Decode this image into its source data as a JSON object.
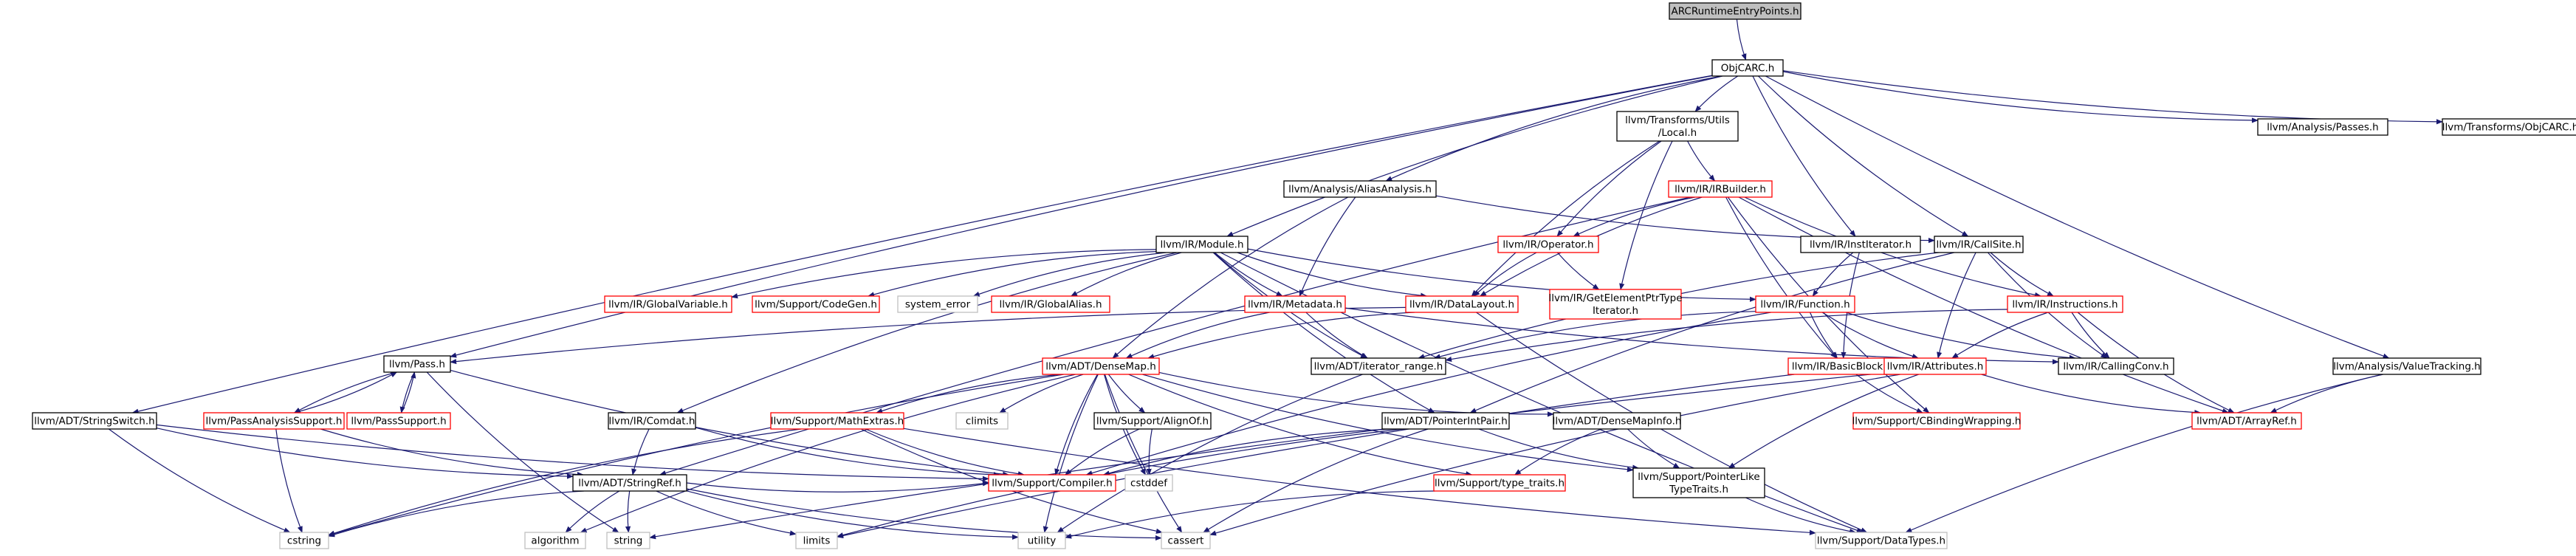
{
  "colors": {
    "edge": "#191970",
    "border_normal": "#000000",
    "border_missing": "#ff0000",
    "border_system": "#bfbfbf",
    "root_fill": "#bfbfbf",
    "text": "#000000"
  },
  "graph": {
    "nodes": [
      {
        "id": "arc",
        "lines": [
          "ARCRuntimeEntryPoints.h"
        ],
        "kind": "root"
      },
      {
        "id": "objc",
        "lines": [
          "ObjCARC.h"
        ],
        "kind": "normal"
      },
      {
        "id": "tlocal",
        "lines": [
          "llvm/Transforms/Utils",
          "/Local.h"
        ],
        "kind": "normal"
      },
      {
        "id": "apasses",
        "lines": [
          "llvm/Analysis/Passes.h"
        ],
        "kind": "normal"
      },
      {
        "id": "tobjc",
        "lines": [
          "llvm/Transforms/ObjCARC.h"
        ],
        "kind": "normal"
      },
      {
        "id": "alias",
        "lines": [
          "llvm/Analysis/AliasAnalysis.h"
        ],
        "kind": "normal"
      },
      {
        "id": "irb",
        "lines": [
          "llvm/IR/IRBuilder.h"
        ],
        "kind": "missing"
      },
      {
        "id": "module",
        "lines": [
          "llvm/IR/Module.h"
        ],
        "kind": "normal"
      },
      {
        "id": "operator",
        "lines": [
          "llvm/IR/Operator.h"
        ],
        "kind": "missing"
      },
      {
        "id": "institer",
        "lines": [
          "llvm/IR/InstIterator.h"
        ],
        "kind": "normal"
      },
      {
        "id": "callsite",
        "lines": [
          "llvm/IR/CallSite.h"
        ],
        "kind": "normal"
      },
      {
        "id": "gvar",
        "lines": [
          "llvm/IR/GlobalVariable.h"
        ],
        "kind": "missing"
      },
      {
        "id": "codegen",
        "lines": [
          "llvm/Support/CodeGen.h"
        ],
        "kind": "missing"
      },
      {
        "id": "syserr",
        "lines": [
          "system_error"
        ],
        "kind": "system"
      },
      {
        "id": "galias",
        "lines": [
          "llvm/IR/GlobalAlias.h"
        ],
        "kind": "missing"
      },
      {
        "id": "metadata",
        "lines": [
          "llvm/IR/Metadata.h"
        ],
        "kind": "missing"
      },
      {
        "id": "dlayout",
        "lines": [
          "llvm/IR/DataLayout.h"
        ],
        "kind": "missing"
      },
      {
        "id": "gept",
        "lines": [
          "llvm/IR/GetElementPtrType",
          "Iterator.h"
        ],
        "kind": "missing"
      },
      {
        "id": "function",
        "lines": [
          "llvm/IR/Function.h"
        ],
        "kind": "missing"
      },
      {
        "id": "instrs",
        "lines": [
          "llvm/IR/Instructions.h"
        ],
        "kind": "missing"
      },
      {
        "id": "vtrack",
        "lines": [
          "llvm/Analysis/ValueTracking.h"
        ],
        "kind": "normal"
      },
      {
        "id": "pass",
        "lines": [
          "llvm/Pass.h"
        ],
        "kind": "normal"
      },
      {
        "id": "densemap",
        "lines": [
          "llvm/ADT/DenseMap.h"
        ],
        "kind": "missing"
      },
      {
        "id": "iterrange",
        "lines": [
          "llvm/ADT/iterator_range.h"
        ],
        "kind": "normal"
      },
      {
        "id": "bblock",
        "lines": [
          "llvm/IR/BasicBlock.h"
        ],
        "kind": "missing"
      },
      {
        "id": "attrs",
        "lines": [
          "llvm/IR/Attributes.h"
        ],
        "kind": "missing"
      },
      {
        "id": "callconv",
        "lines": [
          "llvm/IR/CallingConv.h"
        ],
        "kind": "normal"
      },
      {
        "id": "strswitch",
        "lines": [
          "llvm/ADT/StringSwitch.h"
        ],
        "kind": "normal"
      },
      {
        "id": "passanal",
        "lines": [
          "llvm/PassAnalysisSupport.h"
        ],
        "kind": "missing"
      },
      {
        "id": "passsup",
        "lines": [
          "llvm/PassSupport.h"
        ],
        "kind": "missing"
      },
      {
        "id": "comdat",
        "lines": [
          "llvm/IR/Comdat.h"
        ],
        "kind": "normal"
      },
      {
        "id": "mathext",
        "lines": [
          "llvm/Support/MathExtras.h"
        ],
        "kind": "missing"
      },
      {
        "id": "climits",
        "lines": [
          "climits"
        ],
        "kind": "system"
      },
      {
        "id": "alignof",
        "lines": [
          "llvm/Support/AlignOf.h"
        ],
        "kind": "normal"
      },
      {
        "id": "ptrint",
        "lines": [
          "llvm/ADT/PointerIntPair.h"
        ],
        "kind": "normal"
      },
      {
        "id": "dmapinfo",
        "lines": [
          "llvm/ADT/DenseMapInfo.h"
        ],
        "kind": "normal"
      },
      {
        "id": "cbind",
        "lines": [
          "llvm/Support/CBindingWrapping.h"
        ],
        "kind": "missing"
      },
      {
        "id": "arrayref",
        "lines": [
          "llvm/ADT/ArrayRef.h"
        ],
        "kind": "missing"
      },
      {
        "id": "compiler",
        "lines": [
          "llvm/Support/Compiler.h"
        ],
        "kind": "missing"
      },
      {
        "id": "cstddef",
        "lines": [
          "cstddef"
        ],
        "kind": "system"
      },
      {
        "id": "typetraits",
        "lines": [
          "llvm/Support/type_traits.h"
        ],
        "kind": "missing"
      },
      {
        "id": "ptrlike",
        "lines": [
          "llvm/Support/PointerLike",
          "TypeTraits.h"
        ],
        "kind": "normal"
      },
      {
        "id": "stringref",
        "lines": [
          "llvm/ADT/StringRef.h"
        ],
        "kind": "normal"
      },
      {
        "id": "cstring",
        "lines": [
          "cstring"
        ],
        "kind": "system"
      },
      {
        "id": "algorithm",
        "lines": [
          "algorithm"
        ],
        "kind": "system"
      },
      {
        "id": "string",
        "lines": [
          "string"
        ],
        "kind": "system"
      },
      {
        "id": "limits",
        "lines": [
          "limits"
        ],
        "kind": "system"
      },
      {
        "id": "utility",
        "lines": [
          "utility"
        ],
        "kind": "system"
      },
      {
        "id": "cassert",
        "lines": [
          "cassert"
        ],
        "kind": "system"
      },
      {
        "id": "datatypes",
        "lines": [
          "llvm/Support/DataTypes.h"
        ],
        "kind": "system"
      }
    ],
    "edges": [
      [
        "arc",
        "objc"
      ],
      [
        "objc",
        "tlocal"
      ],
      [
        "objc",
        "apasses"
      ],
      [
        "objc",
        "tobjc"
      ],
      [
        "objc",
        "alias"
      ],
      [
        "objc",
        "module"
      ],
      [
        "objc",
        "pass"
      ],
      [
        "objc",
        "strswitch"
      ],
      [
        "objc",
        "institer"
      ],
      [
        "objc",
        "callsite"
      ],
      [
        "objc",
        "vtrack"
      ],
      [
        "tlocal",
        "irb"
      ],
      [
        "tlocal",
        "operator"
      ],
      [
        "tlocal",
        "dlayout"
      ],
      [
        "tlocal",
        "gept"
      ],
      [
        "alias",
        "metadata"
      ],
      [
        "alias",
        "callsite"
      ],
      [
        "alias",
        "densemap"
      ],
      [
        "irb",
        "operator"
      ],
      [
        "irb",
        "dlayout"
      ],
      [
        "irb",
        "instrs"
      ],
      [
        "irb",
        "bblock"
      ],
      [
        "irb",
        "cbind"
      ],
      [
        "irb",
        "arrayref"
      ],
      [
        "irb",
        "stringref"
      ],
      [
        "module",
        "gvar"
      ],
      [
        "module",
        "codegen"
      ],
      [
        "module",
        "syserr"
      ],
      [
        "module",
        "galias"
      ],
      [
        "module",
        "metadata"
      ],
      [
        "module",
        "dlayout"
      ],
      [
        "module",
        "function"
      ],
      [
        "module",
        "iterrange"
      ],
      [
        "module",
        "comdat"
      ],
      [
        "module",
        "datatypes"
      ],
      [
        "module",
        "ptrint"
      ],
      [
        "operator",
        "dlayout"
      ],
      [
        "operator",
        "gept"
      ],
      [
        "institer",
        "function"
      ],
      [
        "institer",
        "bblock"
      ],
      [
        "callsite",
        "instrs"
      ],
      [
        "callsite",
        "callconv"
      ],
      [
        "callsite",
        "attrs"
      ],
      [
        "callsite",
        "iterrange"
      ],
      [
        "callsite",
        "ptrint"
      ],
      [
        "metadata",
        "iterrange"
      ],
      [
        "metadata",
        "densemap"
      ],
      [
        "metadata",
        "callconv"
      ],
      [
        "dlayout",
        "pass"
      ],
      [
        "dlayout",
        "densemap"
      ],
      [
        "dlayout",
        "datatypes"
      ],
      [
        "function",
        "bblock"
      ],
      [
        "function",
        "attrs"
      ],
      [
        "function",
        "callconv"
      ],
      [
        "function",
        "iterrange"
      ],
      [
        "function",
        "compiler"
      ],
      [
        "instrs",
        "attrs"
      ],
      [
        "instrs",
        "callconv"
      ],
      [
        "instrs",
        "arrayref"
      ],
      [
        "instrs",
        "iterrange"
      ],
      [
        "vtrack",
        "arrayref"
      ],
      [
        "vtrack",
        "datatypes"
      ],
      [
        "pass",
        "passanal"
      ],
      [
        "pass",
        "passsup"
      ],
      [
        "pass",
        "string"
      ],
      [
        "pass",
        "compiler"
      ],
      [
        "passanal",
        "pass"
      ],
      [
        "passanal",
        "stringref"
      ],
      [
        "passanal",
        "cstring"
      ],
      [
        "passsup",
        "pass"
      ],
      [
        "densemap",
        "mathext"
      ],
      [
        "densemap",
        "alignof"
      ],
      [
        "densemap",
        "typetraits"
      ],
      [
        "densemap",
        "dmapinfo"
      ],
      [
        "densemap",
        "ptrlike"
      ],
      [
        "densemap",
        "compiler"
      ],
      [
        "densemap",
        "climits"
      ],
      [
        "densemap",
        "cstddef"
      ],
      [
        "densemap",
        "algorithm"
      ],
      [
        "densemap",
        "utility"
      ],
      [
        "densemap",
        "cassert"
      ],
      [
        "densemap",
        "cstring"
      ],
      [
        "iterrange",
        "utility"
      ],
      [
        "bblock",
        "cbind"
      ],
      [
        "bblock",
        "limits"
      ],
      [
        "attrs",
        "arrayref"
      ],
      [
        "attrs",
        "ptrlike"
      ],
      [
        "attrs",
        "string"
      ],
      [
        "attrs",
        "cassert"
      ],
      [
        "strswitch",
        "stringref"
      ],
      [
        "strswitch",
        "cstring"
      ],
      [
        "strswitch",
        "compiler"
      ],
      [
        "comdat",
        "stringref"
      ],
      [
        "comdat",
        "compiler"
      ],
      [
        "mathext",
        "compiler"
      ],
      [
        "mathext",
        "datatypes"
      ],
      [
        "mathext",
        "cassert"
      ],
      [
        "mathext",
        "cstring"
      ],
      [
        "alignof",
        "compiler"
      ],
      [
        "alignof",
        "cstddef"
      ],
      [
        "ptrint",
        "ptrlike"
      ],
      [
        "ptrint",
        "compiler"
      ],
      [
        "ptrint",
        "cassert"
      ],
      [
        "ptrint",
        "limits"
      ],
      [
        "dmapinfo",
        "ptrlike"
      ],
      [
        "dmapinfo",
        "typetraits"
      ],
      [
        "typetraits",
        "utility"
      ],
      [
        "ptrlike",
        "datatypes"
      ],
      [
        "stringref",
        "compiler"
      ],
      [
        "stringref",
        "algorithm"
      ],
      [
        "stringref",
        "cassert"
      ],
      [
        "stringref",
        "cstring"
      ],
      [
        "stringref",
        "limits"
      ],
      [
        "stringref",
        "string"
      ],
      [
        "stringref",
        "utility"
      ]
    ]
  }
}
